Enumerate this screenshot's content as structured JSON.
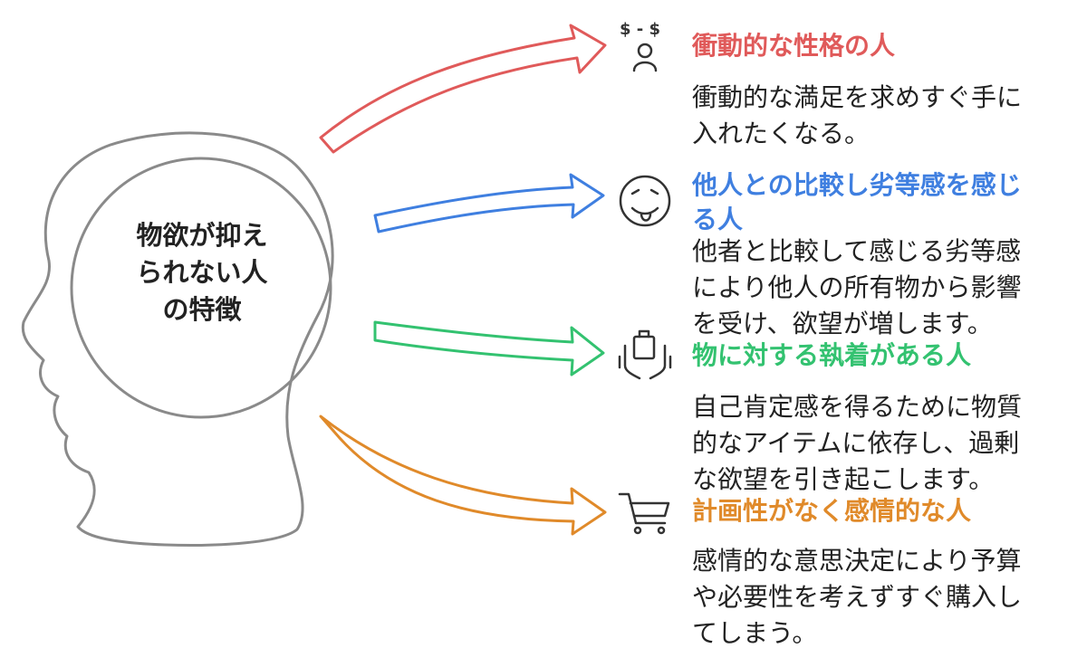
{
  "center": {
    "label_lines": [
      "物欲が抑え",
      "られない人",
      "の特徴"
    ]
  },
  "colors": {
    "head_outline": "#8a8a8a",
    "red": "#e05a5a",
    "blue": "#3f7fe0",
    "green": "#33c270",
    "orange": "#e08a2a",
    "icon": "#333333"
  },
  "items": [
    {
      "icon": "greedy-person-icon",
      "title": "衝動的な性格の人",
      "body_lines": [
        "衝動的な満足を求めすぐ手に",
        "入れたくなる。"
      ]
    },
    {
      "icon": "tongue-out-face-icon",
      "title_lines": [
        "他人との比較し劣等感を感じ",
        "る人"
      ],
      "body_lines": [
        "他者と比較して感じる劣等感",
        "により他人の所有物から影響",
        "を受け、欲望が増します。"
      ]
    },
    {
      "icon": "hands-holding-item-icon",
      "title": "物に対する執着がある人",
      "body_lines": [
        "自己肯定感を得るために物質",
        "的なアイテムに依存し、過剰",
        "な欲望を引き起こします。"
      ]
    },
    {
      "icon": "shopping-cart-icon",
      "title": "計画性がなく感情的な人",
      "body_lines": [
        "感情的な意思決定により予算",
        "や必要性を考えずすぐ購入し",
        "てしまう。"
      ]
    }
  ]
}
